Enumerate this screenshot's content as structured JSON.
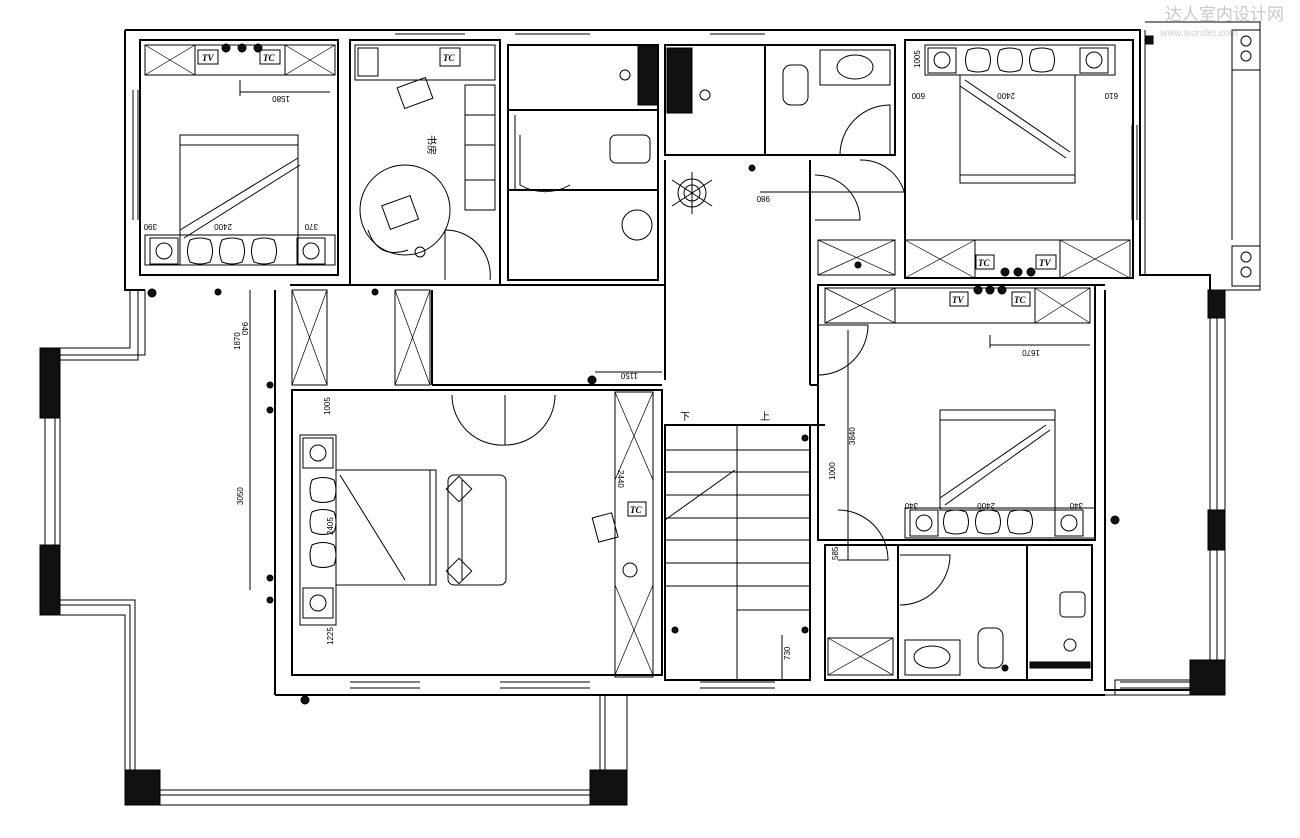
{
  "watermark": {
    "text": "达人室内设计网",
    "url": "www.wonder.com"
  },
  "rooms": {
    "study": "书房"
  },
  "tags": {
    "tv": "TV",
    "tc": "TC"
  },
  "stairs": {
    "up": "上",
    "down": "下"
  },
  "dims": {
    "d1580": "1580",
    "d2400a": "2400",
    "d390": "390",
    "d370": "370",
    "d940": "940",
    "d1870": "1870",
    "d3050": "3050",
    "d1005a": "1005",
    "d2405": "2405",
    "d1225": "1225",
    "d1150": "1150",
    "d2440": "2440",
    "d980": "980",
    "d1005b": "1005",
    "d600": "600",
    "d2400b": "2400",
    "d610": "610",
    "d1670": "1670",
    "d3840": "3840",
    "d1000": "1000",
    "d2400c": "2400",
    "d340a": "340",
    "d340b": "340",
    "d585": "585",
    "d730": "730"
  }
}
